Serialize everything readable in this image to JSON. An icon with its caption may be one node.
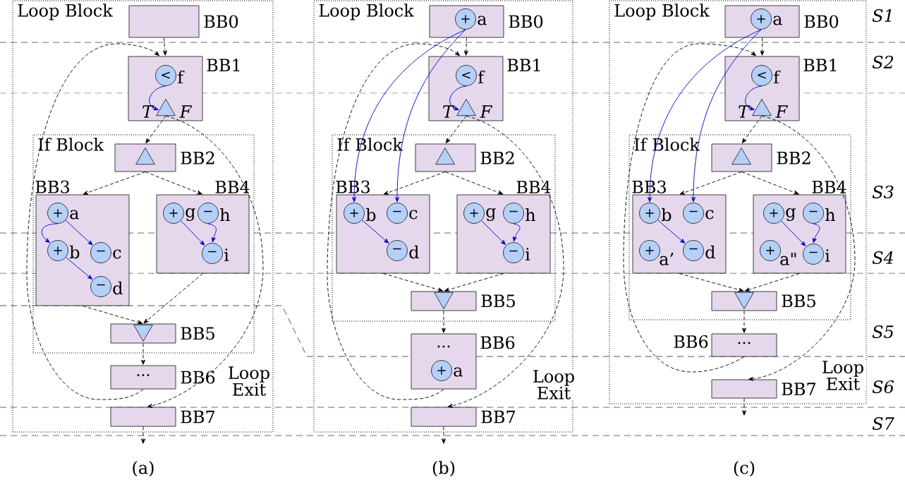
{
  "diagram": {
    "nodes": [
      {
        "text": [
          "Loop Block"
        ]
      },
      {
        "text": [
          "If Block"
        ],
        "in": 0
      },
      {
        "text": [
          "BB0"
        ],
        "in": 0
      },
      {
        "text": [
          "BB1"
        ],
        "in": 0
      },
      {
        "text": [
          "<"
        ],
        "beside": [
          "f"
        ],
        "in": 3
      },
      {
        "text": [],
        "shape": "triangle",
        "in": 3
      },
      {
        "text": [
          "BB2"
        ],
        "in": 1
      },
      {
        "text": [],
        "shape": "triangle",
        "in": 6
      },
      {
        "text": [
          "BB3"
        ],
        "in": 1
      },
      {
        "text": [
          "+"
        ],
        "beside": [
          "a"
        ],
        "in": 8
      },
      {
        "text": [
          "+"
        ],
        "beside": [
          "b"
        ],
        "in": 8
      },
      {
        "text": [
          "−"
        ],
        "beside": [
          "c"
        ],
        "in": 8
      },
      {
        "text": [
          "−"
        ],
        "beside": [
          "d"
        ],
        "in": 8
      },
      {
        "text": [
          "BB4"
        ],
        "in": 1
      },
      {
        "text": [
          "+"
        ],
        "beside": [
          "g"
        ],
        "in": 13
      },
      {
        "text": [
          "−"
        ],
        "beside": [
          "h"
        ],
        "in": 13
      },
      {
        "text": [
          "−"
        ],
        "beside": [
          "i"
        ],
        "in": 13
      },
      {
        "text": [
          "BB5"
        ],
        "in": 1
      },
      {
        "text": [],
        "shape": "triangle",
        "in": 17
      },
      {
        "text": [
          "...",
          "BB6"
        ],
        "in": 0
      },
      {
        "text": [
          "BB7"
        ],
        "in": 0
      },
      {
        "text": [
          "Loop Block"
        ]
      },
      {
        "text": [
          "If Block"
        ],
        "in": 21
      },
      {
        "text": [
          "BB0"
        ],
        "in": 21
      },
      {
        "text": [
          "+"
        ],
        "beside": [
          "a"
        ],
        "in": 23
      },
      {
        "text": [
          "BB1"
        ],
        "in": 21
      },
      {
        "text": [
          "<"
        ],
        "beside": [
          "f"
        ],
        "in": 25
      },
      {
        "text": [],
        "shape": "triangle",
        "in": 25
      },
      {
        "text": [
          "BB2"
        ],
        "in": 22
      },
      {
        "text": [],
        "shape": "triangle",
        "in": 28
      },
      {
        "text": [
          "BB3"
        ],
        "in": 22
      },
      {
        "text": [
          "+"
        ],
        "beside": [
          "b"
        ],
        "in": 30
      },
      {
        "text": [
          "−"
        ],
        "beside": [
          "c"
        ],
        "in": 30
      },
      {
        "text": [
          "−"
        ],
        "beside": [
          "d"
        ],
        "in": 30
      },
      {
        "text": [
          "BB4"
        ],
        "in": 22
      },
      {
        "text": [
          "+"
        ],
        "beside": [
          "g"
        ],
        "in": 34
      },
      {
        "text": [
          "−"
        ],
        "beside": [
          "h"
        ],
        "in": 34
      },
      {
        "text": [
          "−"
        ],
        "beside": [
          "i"
        ],
        "in": 34
      },
      {
        "text": [
          "BB5"
        ],
        "in": 22
      },
      {
        "text": [],
        "shape": "triangle",
        "in": 38
      },
      {
        "text": [
          "...",
          "BB6"
        ],
        "in": 21
      },
      {
        "text": [
          "+"
        ],
        "beside": [
          "a"
        ],
        "in": 40
      },
      {
        "text": [
          "BB7"
        ],
        "in": 21
      },
      {
        "text": [
          "Loop Block"
        ]
      },
      {
        "text": [
          "If Block"
        ],
        "in": 43
      },
      {
        "text": [
          "BB0"
        ],
        "in": 43
      },
      {
        "text": [
          "+"
        ],
        "beside": [
          "a"
        ],
        "in": 45
      },
      {
        "text": [
          "BB1"
        ],
        "in": 43
      },
      {
        "text": [
          "<"
        ],
        "beside": [
          "f"
        ],
        "in": 47
      },
      {
        "text": [],
        "shape": "triangle",
        "in": 47
      },
      {
        "text": [
          "BB2"
        ],
        "in": 44
      },
      {
        "text": [],
        "shape": "triangle",
        "in": 50
      },
      {
        "text": [
          "BB3"
        ],
        "in": 44
      },
      {
        "text": [
          "+"
        ],
        "beside": [
          "b"
        ],
        "in": 52
      },
      {
        "text": [
          "−"
        ],
        "beside": [
          "c"
        ],
        "in": 52
      },
      {
        "text": [
          "+"
        ],
        "beside": [
          "a’"
        ],
        "in": 52
      },
      {
        "text": [
          "−"
        ],
        "beside": [
          "d"
        ],
        "in": 52
      },
      {
        "text": [
          "BB4"
        ],
        "in": 44
      },
      {
        "text": [
          "+"
        ],
        "beside": [
          "g"
        ],
        "in": 57
      },
      {
        "text": [
          "−"
        ],
        "beside": [
          "h"
        ],
        "in": 57
      },
      {
        "text": [
          "+"
        ],
        "beside": [
          "a\""
        ],
        "in": 57
      },
      {
        "text": [
          "−"
        ],
        "beside": [
          "i"
        ],
        "in": 57
      },
      {
        "text": [
          "BB5"
        ],
        "in": 44
      },
      {
        "text": [],
        "shape": "triangle",
        "in": 62
      },
      {
        "text": [
          "BB6",
          "..."
        ],
        "in": 43
      },
      {
        "text": [
          "BB7"
        ],
        "in": 43
      }
    ],
    "edges": [
      {
        "from": 2,
        "to": 3,
        "arrow": "to",
        "style": "dashed"
      },
      {
        "from": 5,
        "to": 6,
        "arrow": "to",
        "style": "dashed"
      },
      {
        "from": 6,
        "to": 8,
        "arrow": "to",
        "style": "dashed"
      },
      {
        "from": 6,
        "to": 13,
        "arrow": "to",
        "style": "dashed"
      },
      {
        "from": 8,
        "to": 17,
        "arrow": "to",
        "style": "dashed"
      },
      {
        "from": 13,
        "to": 17,
        "arrow": "to",
        "style": "dashed"
      },
      {
        "from": 17,
        "to": 19,
        "arrow": "to",
        "style": "dashed"
      },
      {
        "from": 19,
        "to": 3,
        "arrow": "to",
        "style": "dashed"
      },
      {
        "from": 5,
        "to": 20,
        "arrow": "to",
        "style": "dashed",
        "label": "Loop Exit"
      },
      {
        "from": 20,
        "to": null,
        "arrow": "to",
        "style": "dashed"
      },
      {
        "from": 4,
        "to": 5,
        "arrow": "to",
        "color": "#0000cc"
      },
      {
        "from": 9,
        "to": 10,
        "arrow": "to",
        "color": "#0000cc"
      },
      {
        "from": 9,
        "to": 11,
        "arrow": "to",
        "color": "#0000cc"
      },
      {
        "from": 10,
        "to": 12,
        "arrow": "to",
        "color": "#0000cc"
      },
      {
        "from": 14,
        "to": 16,
        "arrow": "to",
        "color": "#0000cc"
      },
      {
        "from": 15,
        "to": 16,
        "arrow": "to",
        "color": "#0000cc"
      },
      {
        "from": 23,
        "to": 25,
        "arrow": "to",
        "style": "dashed"
      },
      {
        "from": 27,
        "to": 28,
        "arrow": "to",
        "style": "dashed"
      },
      {
        "from": 28,
        "to": 30,
        "arrow": "to",
        "style": "dashed"
      },
      {
        "from": 28,
        "to": 34,
        "arrow": "to",
        "style": "dashed"
      },
      {
        "from": 30,
        "to": 38,
        "arrow": "to",
        "style": "dashed"
      },
      {
        "from": 34,
        "to": 38,
        "arrow": "to",
        "style": "dashed"
      },
      {
        "from": 38,
        "to": 40,
        "arrow": "to",
        "style": "dashed"
      },
      {
        "from": 40,
        "to": 25,
        "arrow": "to",
        "style": "dashed"
      },
      {
        "from": 27,
        "to": 42,
        "arrow": "to",
        "style": "dashed",
        "label": "Loop Exit"
      },
      {
        "from": 42,
        "to": null,
        "arrow": "to",
        "style": "dashed"
      },
      {
        "from": 24,
        "to": 31,
        "arrow": "to",
        "color": "#0000cc"
      },
      {
        "from": 24,
        "to": 32,
        "arrow": "to",
        "color": "#0000cc"
      },
      {
        "from": 26,
        "to": 27,
        "arrow": "to",
        "color": "#0000cc"
      },
      {
        "from": 31,
        "to": 33,
        "arrow": "to",
        "color": "#0000cc"
      },
      {
        "from": 35,
        "to": 37,
        "arrow": "to",
        "color": "#0000cc"
      },
      {
        "from": 36,
        "to": 37,
        "arrow": "to",
        "color": "#0000cc"
      },
      {
        "from": 45,
        "to": 47,
        "arrow": "to",
        "style": "dashed"
      },
      {
        "from": 49,
        "to": 50,
        "arrow": "to",
        "style": "dashed"
      },
      {
        "from": 50,
        "to": 52,
        "arrow": "to",
        "style": "dashed"
      },
      {
        "from": 50,
        "to": 57,
        "arrow": "to",
        "style": "dashed"
      },
      {
        "from": 52,
        "to": 62,
        "arrow": "to",
        "style": "dashed"
      },
      {
        "from": 57,
        "to": 62,
        "arrow": "to",
        "style": "dashed"
      },
      {
        "from": 62,
        "to": 64,
        "arrow": "to",
        "style": "dashed"
      },
      {
        "from": 64,
        "to": 47,
        "arrow": "to",
        "style": "dashed"
      },
      {
        "from": 49,
        "to": 65,
        "arrow": "to",
        "style": "dashed",
        "label": "Loop Exit"
      },
      {
        "from": 65,
        "to": null,
        "arrow": "to",
        "style": "dashed"
      },
      {
        "from": 46,
        "to": 53,
        "arrow": "to",
        "color": "#0000cc"
      },
      {
        "from": 46,
        "to": 54,
        "arrow": "to",
        "color": "#0000cc"
      },
      {
        "from": 48,
        "to": 49,
        "arrow": "to",
        "color": "#0000cc"
      },
      {
        "from": 53,
        "to": 56,
        "arrow": "to",
        "color": "#0000cc"
      },
      {
        "from": 58,
        "to": 61,
        "arrow": "to",
        "color": "#0000cc"
      },
      {
        "from": 59,
        "to": 61,
        "arrow": "to",
        "color": "#0000cc"
      }
    ],
    "labels": [
      "T",
      "F",
      "T",
      "F",
      "T",
      "F",
      "S1",
      "S2",
      "S3",
      "S4",
      "S5",
      "S6",
      "S7",
      "(a)",
      "(b)",
      "(c)"
    ]
  }
}
